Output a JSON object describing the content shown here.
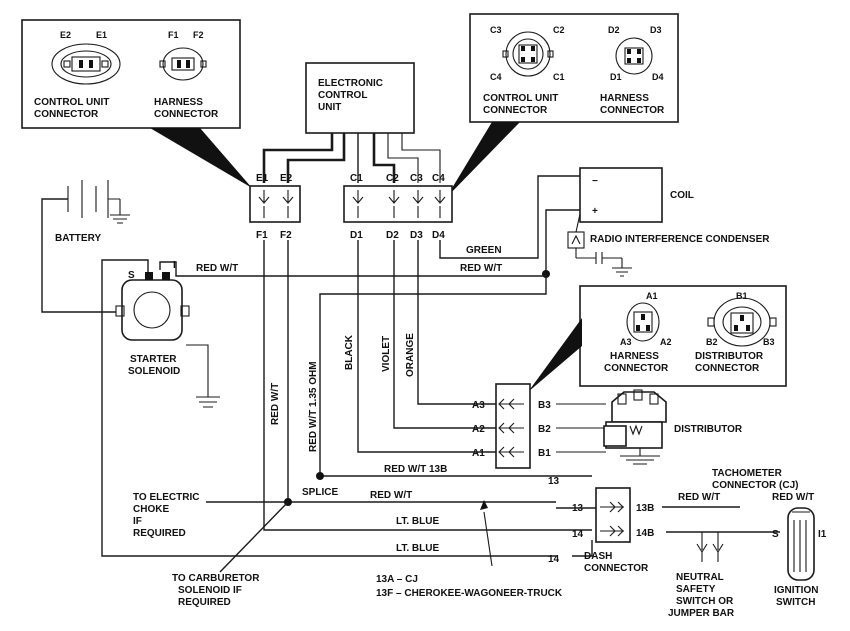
{
  "ecu": {
    "line1": "ELECTRONIC",
    "line2": "CONTROL",
    "line3": "UNIT"
  },
  "inset_e": {
    "pin_e2": "E2",
    "pin_e1": "E1",
    "pin_f1": "F1",
    "pin_f2": "F2",
    "ctrl_l1": "CONTROL UNIT",
    "ctrl_l2": "CONNECTOR",
    "harn_l1": "HARNESS",
    "harn_l2": "CONNECTOR"
  },
  "inset_c": {
    "pin_c3": "C3",
    "pin_c2": "C2",
    "pin_c4": "C4",
    "pin_c1": "C1",
    "pin_d2": "D2",
    "pin_d3": "D3",
    "pin_d1": "D1",
    "pin_d4": "D4",
    "ctrl_l1": "CONTROL UNIT",
    "ctrl_l2": "CONNECTOR",
    "harn_l1": "HARNESS",
    "harn_l2": "CONNECTOR"
  },
  "inset_a": {
    "pin_a1": "A1",
    "pin_a3": "A3",
    "pin_a2": "A2",
    "pin_b1": "B1",
    "pin_b2": "B2",
    "pin_b3": "B3",
    "harn_l1": "HARNESS",
    "harn_l2": "CONNECTOR",
    "dist_l1": "DISTRIBUTOR",
    "dist_l2": "CONNECTOR"
  },
  "conn_e": {
    "top": [
      "E1",
      "E2"
    ],
    "bottom": [
      "F1",
      "F2"
    ]
  },
  "conn_c": {
    "top": [
      "C1",
      "C2",
      "C3",
      "C4"
    ],
    "bottom": [
      "D1",
      "D2",
      "D3",
      "D4"
    ]
  },
  "conn_a": {
    "left": [
      "A3",
      "A2",
      "A1"
    ],
    "right": [
      "B3",
      "B2",
      "B1"
    ]
  },
  "dash": {
    "left": [
      "13",
      "14",
      "14"
    ],
    "right": [
      "13B",
      "14B"
    ],
    "pin13_top": "13"
  },
  "labels": {
    "battery": "BATTERY",
    "coil": "COIL",
    "coil_minus": "−",
    "coil_plus": "+",
    "green": "GREEN",
    "condenser": "RADIO INTERFERENCE CONDENSER",
    "red_wt_1": "RED W/T",
    "red_wt_2": "RED W/T",
    "sol_s": "S",
    "sol_i": "I",
    "starter_l1": "STARTER",
    "starter_l2": "SOLENOID",
    "black": "BLACK",
    "violet": "VIOLET",
    "orange": "ORANGE",
    "red_wt_vert": "RED W/T",
    "red_wt_135": "RED W/T 1.35 OHM",
    "distributor": "DISTRIBUTOR",
    "red_wt_13b": "RED W/T  13B",
    "splice": "SPLICE",
    "red_wt_3": "RED W/T",
    "lt_blue_1": "LT. BLUE",
    "lt_blue_2": "LT. BLUE",
    "choke_l1": "TO ELECTRIC",
    "choke_l2": "CHOKE",
    "choke_l3": "IF",
    "choke_l4": "REQUIRED",
    "carb_l1": "TO CARBURETOR",
    "carb_l2": "SOLENOID IF",
    "carb_l3": "REQUIRED",
    "note_13a": "13A – CJ",
    "note_13f": "13F – CHEROKEE-WAGONEER-TRUCK",
    "dash_l1": "DASH",
    "dash_l2": "CONNECTOR",
    "tach_l1": "TACHOMETER",
    "tach_l2": "CONNECTOR (CJ)",
    "red_wt_4": "RED W/T",
    "red_wt_5": "RED W/T",
    "ign_s": "S",
    "ign_i1": "I1",
    "neutral_l1": "NEUTRAL",
    "neutral_l2": "SAFETY",
    "neutral_l3": "SWITCH OR",
    "neutral_l4": "JUMPER BAR",
    "ign_l1": "IGNITION",
    "ign_l2": "SWITCH"
  }
}
